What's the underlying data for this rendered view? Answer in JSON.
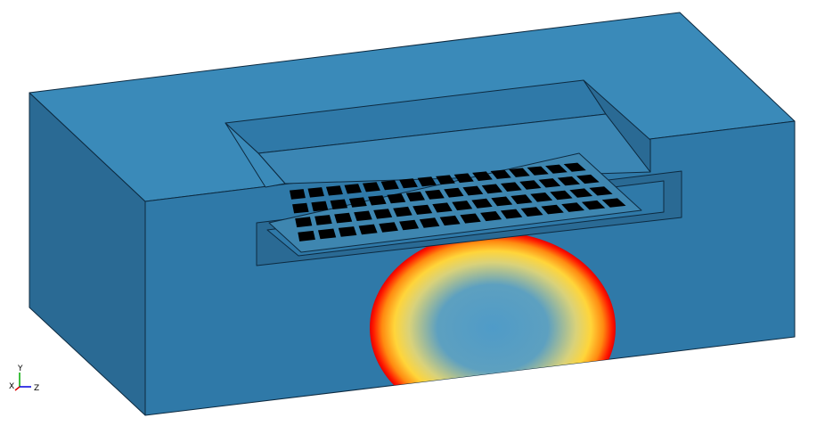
{
  "axes": {
    "y_label": "Y",
    "x_label": "X",
    "z_label": "Z"
  },
  "model": {
    "grid_rows": 4,
    "grid_cols": 16
  },
  "colors": {
    "background": "#ffffff",
    "top_face": "#3a8ab9",
    "front_face": "#2f79a8",
    "side_face": "#2a6a94",
    "edge": "#0d2a40",
    "grid_cell": "#000000",
    "heat_hot": "#ff0000",
    "heat_warm": "#ffdd44",
    "heat_cool": "#4f9bc8"
  }
}
